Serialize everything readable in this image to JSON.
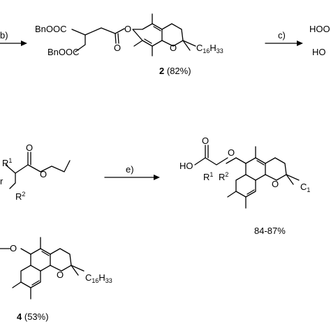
{
  "colors": {
    "ink": "#000000",
    "highlight": "#e0001b",
    "background": "#ffffff"
  },
  "top_row": {
    "step_b_label": "b)",
    "group_upper": "BnOOC",
    "group_lower": "BnOOC",
    "chain": "C",
    "chain_sub": "16",
    "chain_h": "H",
    "chain_h_sub": "33",
    "compound_number": "2",
    "compound_yield": "(82%)",
    "step_c_label": "c)",
    "cut_product_top": "HOO",
    "cut_product_red": "HO"
  },
  "middle_row": {
    "cut_left_atom": "r",
    "r1": "R",
    "r1_sup": "1",
    "r2": "R",
    "r2_sup": "2",
    "ester_oxygen": "O",
    "carbonyl_oxygen": "O",
    "step_e_label": "e)",
    "product_ho": "HO",
    "product_carbonyl_o": "O",
    "product_ether_o": "O",
    "product_r1": "R",
    "product_r1_sup": "1",
    "product_r2": "R",
    "product_r2_sup": "2",
    "product_ring_o": "O",
    "product_chain_cut": "C",
    "product_chain_cut_sub": "1",
    "product_yield": "84-87%"
  },
  "bottom_row": {
    "ring_o": "O",
    "chain": "C",
    "chain_sub": "16",
    "chain_h": "H",
    "chain_h_sub": "33",
    "compound_number": "4",
    "compound_yield": "(53%)"
  }
}
